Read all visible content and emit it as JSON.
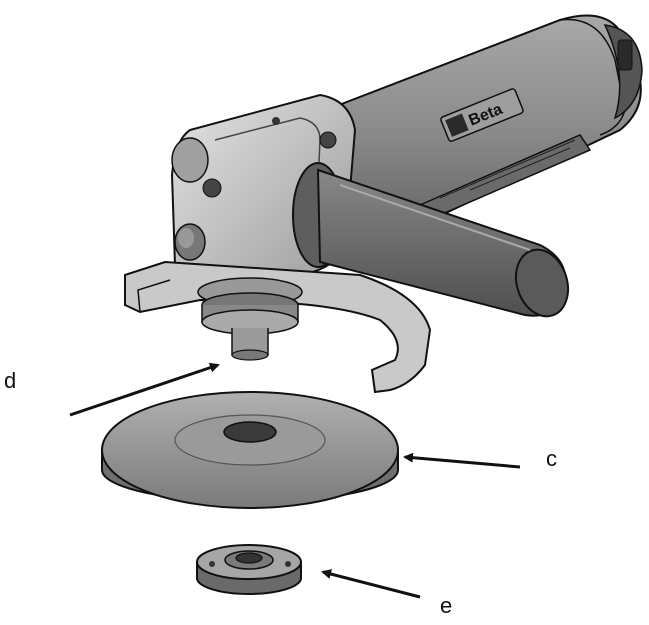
{
  "diagram": {
    "brand_logo": "Beta",
    "callouts": {
      "d": "d",
      "c": "c",
      "e": "e"
    }
  },
  "colors": {
    "body": "#8c8c8c",
    "body_dark": "#5a5a5a",
    "head": "#c8c8c8",
    "grip": "#6e6e6e",
    "disc": "#8a8a8a",
    "outline": "#111111"
  }
}
